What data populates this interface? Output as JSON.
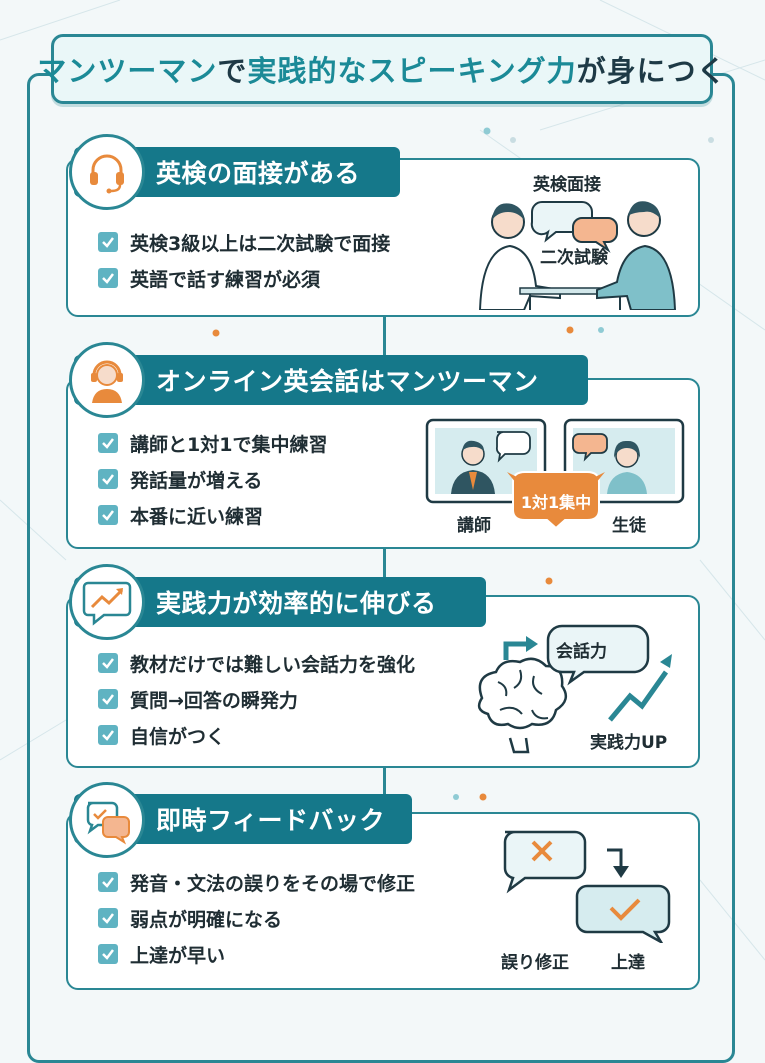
{
  "title": {
    "part1": "マンツーマン",
    "part2": "で",
    "part3": "実践的なスピーキング力",
    "part4": "が身につく"
  },
  "colors": {
    "teal": "#2a8794",
    "title_bar": "#15788a",
    "accent_orange": "#e88a3c",
    "check": "#5fb3c2"
  },
  "sections": [
    {
      "icon": "headset-icon",
      "title": "英検の面接がある",
      "bullets": [
        "英検3級以上は二次試験で面接",
        "英語で話す練習が必須"
      ],
      "illustration": {
        "label_top": "英検面接",
        "label_mid": "二次試験"
      }
    },
    {
      "icon": "operator-headset-icon",
      "title": "オンライン英会話はマンツーマン",
      "bullets": [
        "講師と1対1で集中練習",
        "発話量が増える",
        "本番に近い練習"
      ],
      "illustration": {
        "left_label": "講師",
        "badge": "1対1集中",
        "right_label": "生徒"
      }
    },
    {
      "icon": "trend-chart-icon",
      "title": "実践力が効率的に伸びる",
      "bullets": [
        "教材だけでは難しい会話力を強化",
        "質問→回答の瞬発力",
        "自信がつく"
      ],
      "illustration": {
        "bubble": "会話力",
        "label": "実践力UP"
      }
    },
    {
      "icon": "feedback-bubbles-icon",
      "title": "即時フィードバック",
      "bullets": [
        "発音・文法の誤りをその場で修正",
        "弱点が明確になる",
        "上達が早い"
      ],
      "illustration": {
        "left_label": "誤り修正",
        "right_label": "上達"
      }
    }
  ]
}
